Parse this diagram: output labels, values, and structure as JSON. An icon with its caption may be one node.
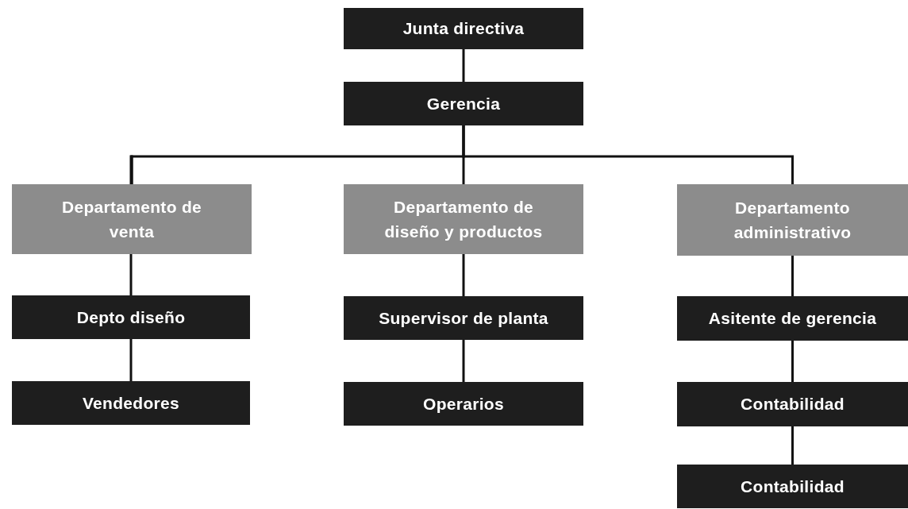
{
  "diagram": {
    "nodes": [
      {
        "text": [
          "Junta directiva"
        ]
      },
      {
        "text": [
          "Gerencia"
        ]
      },
      {
        "text": [
          "Departamento de venta"
        ]
      },
      {
        "text": [
          "Departamento de diseño y productos"
        ]
      },
      {
        "text": [
          "Departamento administrativo"
        ]
      },
      {
        "text": [
          "Depto diseño"
        ]
      },
      {
        "text": [
          "Vendedores"
        ]
      },
      {
        "text": [
          "Supervisor de planta"
        ]
      },
      {
        "text": [
          "Operarios"
        ]
      },
      {
        "text": [
          "Asitente de gerencia"
        ]
      },
      {
        "text": [
          "Contabilidad"
        ]
      },
      {
        "text": [
          "Contabilidad"
        ]
      }
    ],
    "edges": [
      {
        "from": 0,
        "to": 1,
        "arrow": "none"
      },
      {
        "from": 1,
        "to": 2,
        "arrow": "none"
      },
      {
        "from": 1,
        "to": 3,
        "arrow": "none"
      },
      {
        "from": 1,
        "to": 4,
        "arrow": "none"
      },
      {
        "from": 2,
        "to": 5,
        "arrow": "none"
      },
      {
        "from": 5,
        "to": 6,
        "arrow": "none"
      },
      {
        "from": 3,
        "to": 7,
        "arrow": "none"
      },
      {
        "from": 7,
        "to": 8,
        "arrow": "none"
      },
      {
        "from": 4,
        "to": 9,
        "arrow": "none"
      },
      {
        "from": 9,
        "to": 10,
        "arrow": "none"
      },
      {
        "from": 10,
        "to": 11,
        "arrow": "none"
      }
    ]
  }
}
